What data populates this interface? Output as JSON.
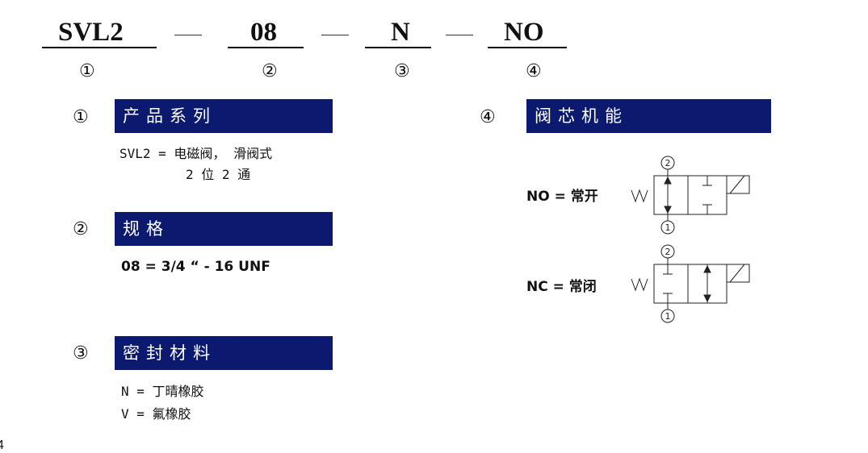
{
  "code": {
    "segments": [
      "SVL2",
      "08",
      "N",
      "NO"
    ],
    "indices": [
      "①",
      "②",
      "③",
      "④"
    ]
  },
  "sections": {
    "series": {
      "num": "①",
      "title": "产品系列",
      "line1": "SVL2 = 电磁阀， 滑阀式",
      "line2": "2 位 2 通"
    },
    "spec": {
      "num": "②",
      "title": "规格",
      "line1": "08 = 3/4 “ - 16 UNF"
    },
    "seal": {
      "num": "③",
      "title": "密封材料",
      "line1": "N = 丁晴橡胶",
      "line2": "V = 氟橡胶"
    },
    "function": {
      "num": "④",
      "title": "阀芯机能",
      "no_label": "NO = 常开",
      "nc_label": "NC = 常闭",
      "port_top": "2",
      "port_bottom": "1"
    }
  },
  "page_number": "4",
  "colors": {
    "header_bg": "#0b1a6e",
    "header_text": "#ffffff"
  }
}
